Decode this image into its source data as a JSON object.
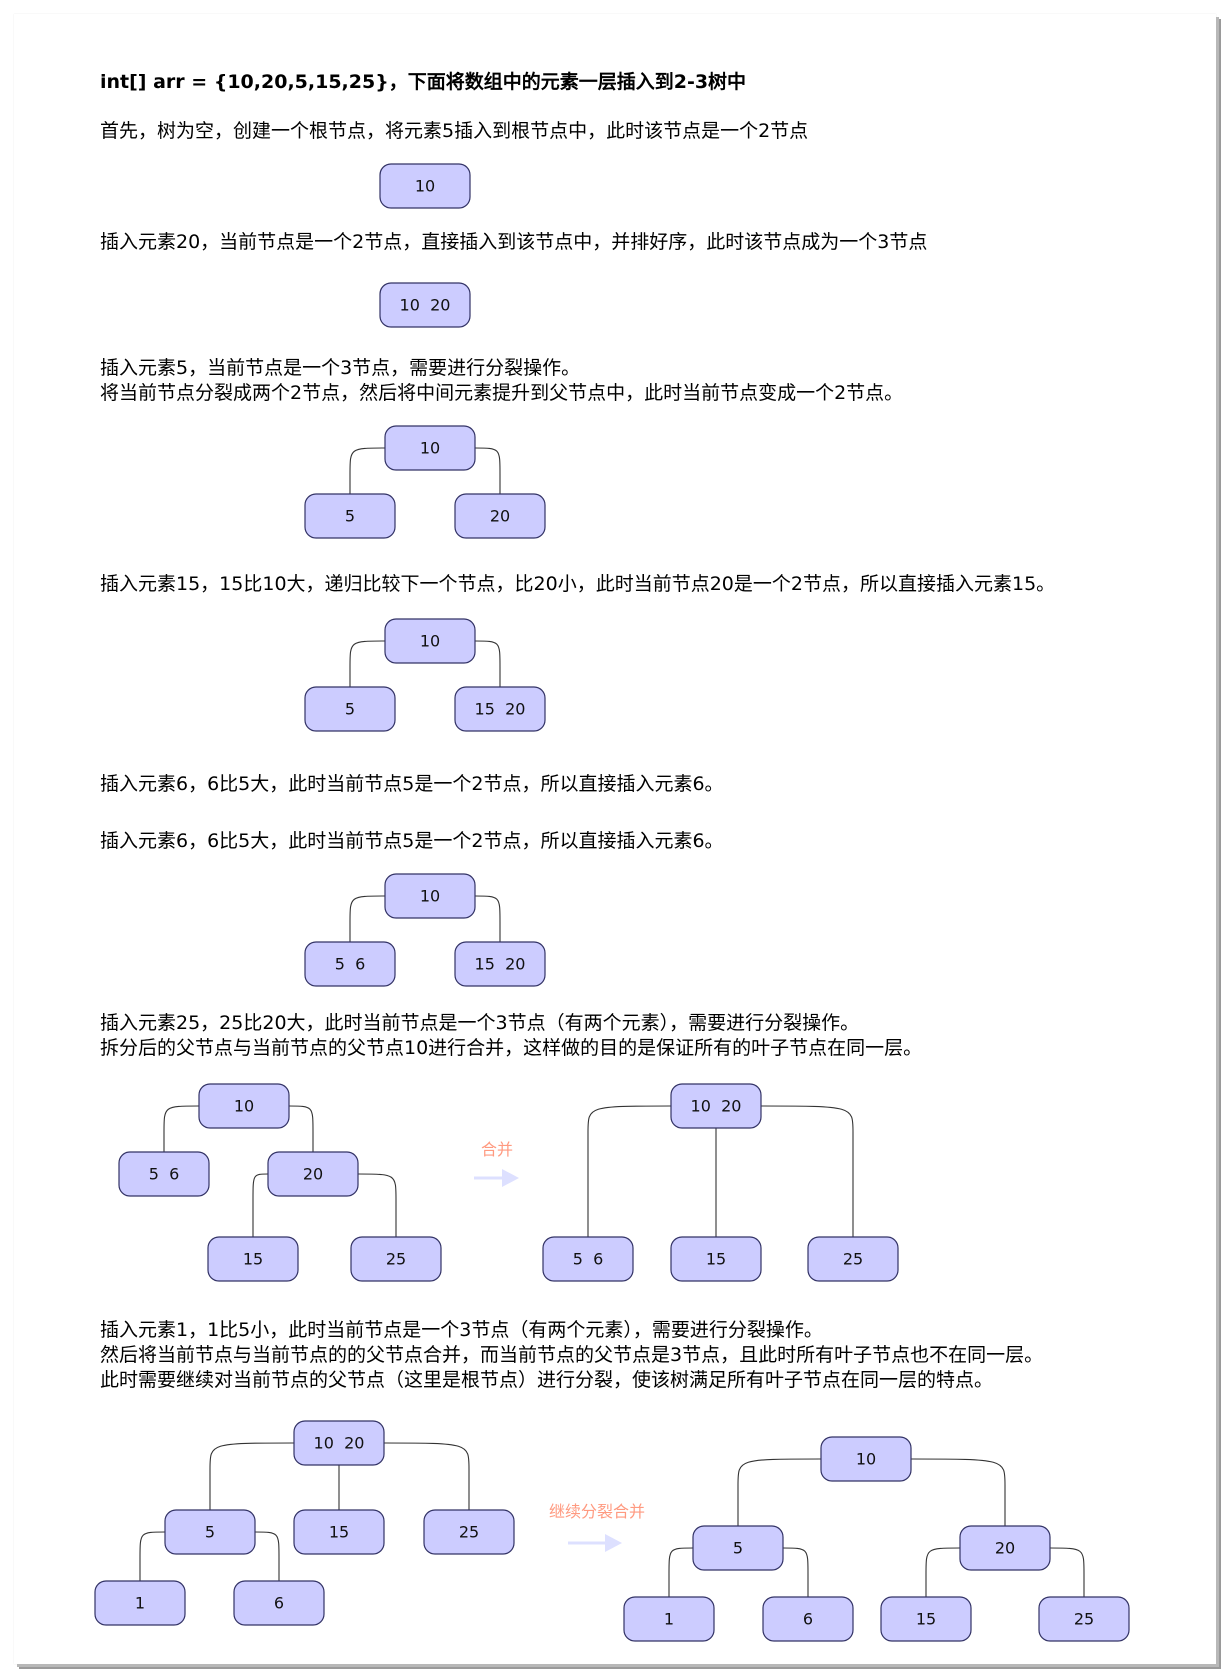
{
  "title": "int[] arr = {10,20,5,15,25}，下面将数组中的元素一层插入到2-3树中",
  "steps": {
    "s1": "首先，树为空，创建一个根节点，将元素5插入到根节点中，此时该节点是一个2节点",
    "s2": "插入元素20，当前节点是一个2节点，直接插入到该节点中，并排好序，此时该节点成为一个3节点",
    "s3a": "插入元素5，当前节点是一个3节点，需要进行分裂操作。",
    "s3b": "将当前节点分裂成两个2节点，然后将中间元素提升到父节点中，此时当前节点变成一个2节点。",
    "s4": "插入元素15，15比10大，递归比较下一个节点，比20小，此时当前节点20是一个2节点，所以直接插入元素15。",
    "s5": "插入元素6，6比5大，此时当前节点5是一个2节点，所以直接插入元素6。",
    "s6": "插入元素6，6比5大，此时当前节点5是一个2节点，所以直接插入元素6。",
    "s7a": "插入元素25，25比20大，此时当前节点是一个3节点（有两个元素），需要进行分裂操作。",
    "s7b": "拆分后的父节点与当前节点的父节点10进行合并，这样做的目的是保证所有的叶子节点在同一层。",
    "s8a": "插入元素1，1比5小，此时当前节点是一个3节点（有两个元素），需要进行分裂操作。",
    "s8b": "然后将当前节点与当前节点的的父节点合并，而当前节点的父节点是3节点，且此时所有叶子节点也不在同一层。",
    "s8c": "此时需要继续对当前节点的父节点（这里是根节点）进行分裂，使该树满足所有叶子节点在同一层的特点。"
  },
  "nodes": {
    "d1_root": "10",
    "d2_root": "10  20",
    "d3_root": "10",
    "d3_left": "5",
    "d3_right": "20",
    "d4_root": "10",
    "d4_left": "5",
    "d4_right": "15  20",
    "d5_root": "10",
    "d5_left": "5  6",
    "d5_right": "15  20",
    "d6_root": "10",
    "d6_left": "5  6",
    "d6_mid": "20",
    "d6_ml": "15",
    "d6_mr": "25",
    "d7_root": "10  20",
    "d7_a": "5  6",
    "d7_b": "15",
    "d7_c": "25",
    "d8_root": "10  20",
    "d8_a": "5",
    "d8_b": "15",
    "d8_c": "25",
    "d8_aa": "1",
    "d8_ab": "6",
    "d9_root": "10",
    "d9_l": "5",
    "d9_r": "20",
    "d9_ll": "1",
    "d9_lr": "6",
    "d9_rl": "15",
    "d9_rr": "25"
  },
  "arrows": {
    "merge": "合并",
    "continue": "继续分裂合并"
  },
  "colors": {
    "node_fill": "#ccccff",
    "node_stroke": "#333366",
    "arrow_label": "#ff9a80",
    "arrow_body": "#dde0ff"
  }
}
